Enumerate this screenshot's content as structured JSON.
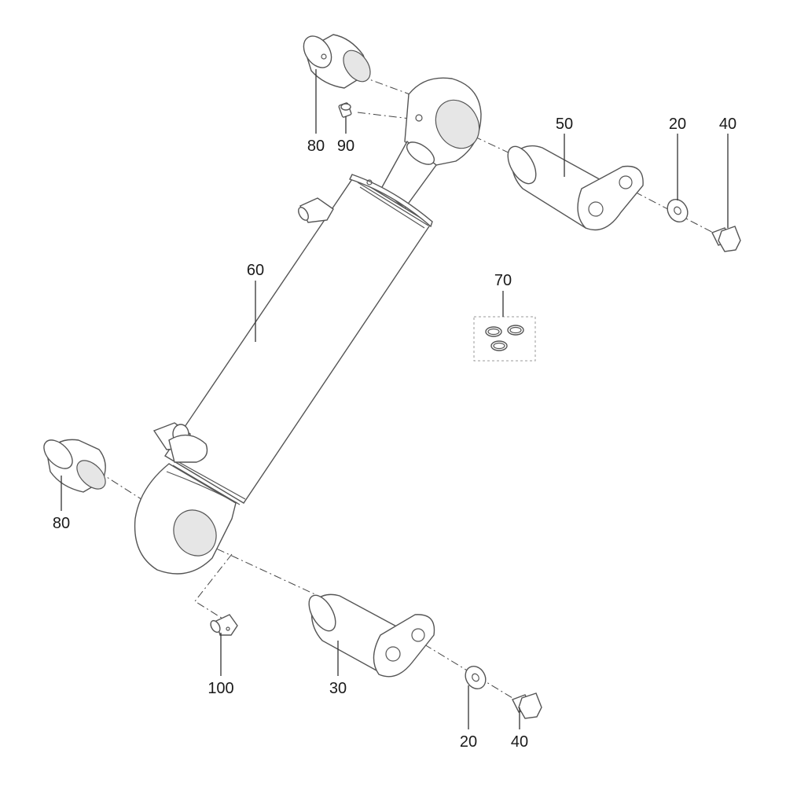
{
  "callouts": {
    "bushing_top": "80",
    "grease_nipple_top": "90",
    "pin_top": "50",
    "washer_top": "20",
    "bolt_top": "40",
    "cylinder": "60",
    "seal_kit": "70",
    "bushing_bottom": "80",
    "grease_nipple_bottom": "100",
    "pin_bottom": "30",
    "washer_bottom": "20",
    "bolt_bottom": "40"
  }
}
